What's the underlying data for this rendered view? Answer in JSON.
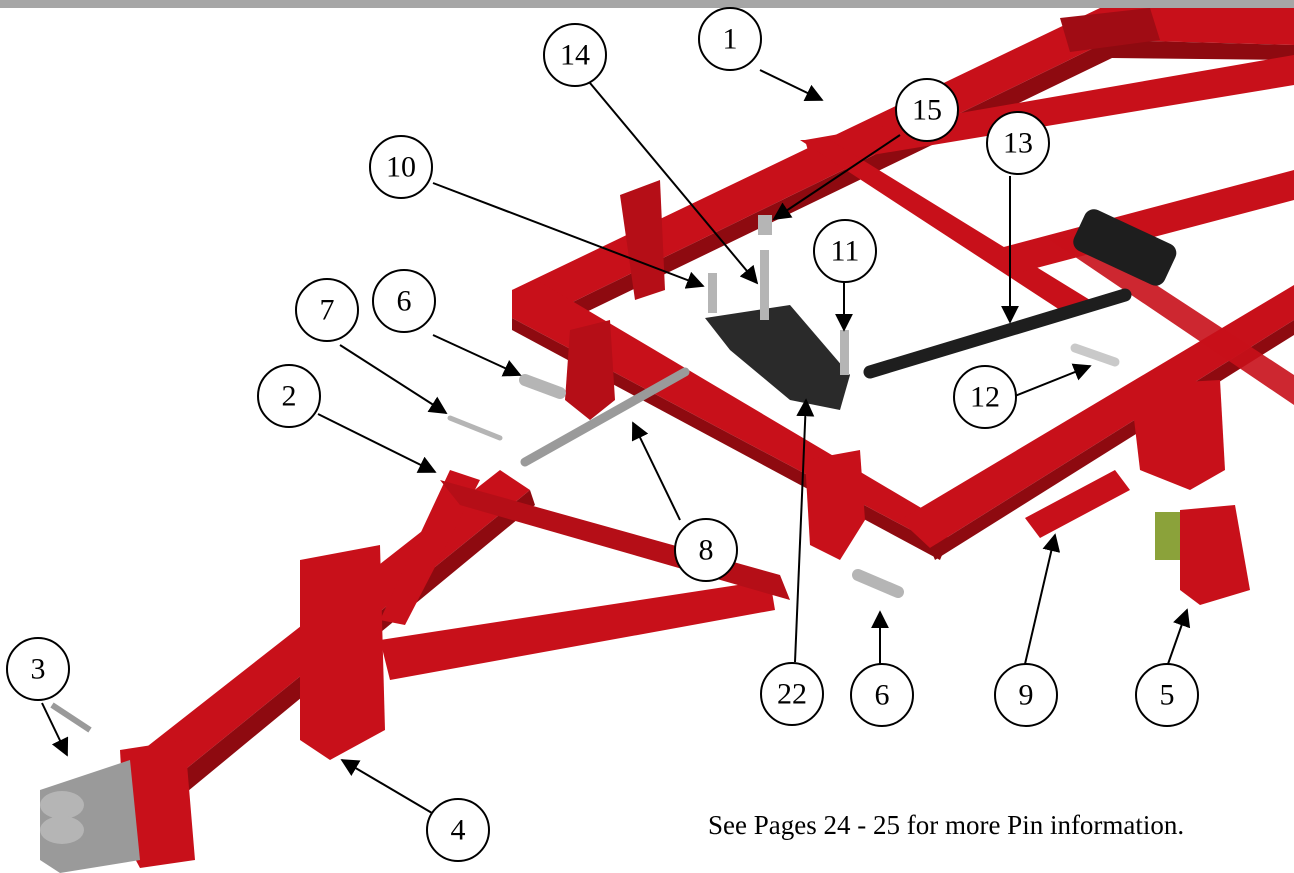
{
  "callouts": [
    {
      "id": "1",
      "label": "1"
    },
    {
      "id": "2",
      "label": "2"
    },
    {
      "id": "3",
      "label": "3"
    },
    {
      "id": "4",
      "label": "4"
    },
    {
      "id": "5",
      "label": "5"
    },
    {
      "id": "6a",
      "label": "6"
    },
    {
      "id": "6b",
      "label": "6"
    },
    {
      "id": "7",
      "label": "7"
    },
    {
      "id": "8",
      "label": "8"
    },
    {
      "id": "9",
      "label": "9"
    },
    {
      "id": "10",
      "label": "10"
    },
    {
      "id": "11",
      "label": "11"
    },
    {
      "id": "12",
      "label": "12"
    },
    {
      "id": "13",
      "label": "13"
    },
    {
      "id": "14",
      "label": "14"
    },
    {
      "id": "15",
      "label": "15"
    },
    {
      "id": "22",
      "label": "22"
    }
  ],
  "footer": {
    "note": "See Pages 24 - 25 for more Pin information."
  },
  "colors": {
    "frame_red": "#c8101a",
    "frame_dark_red": "#8e0a10",
    "steel_gray": "#9a9a9a",
    "black_part": "#1e1e1e",
    "top_bar": "#a6a6a6"
  }
}
